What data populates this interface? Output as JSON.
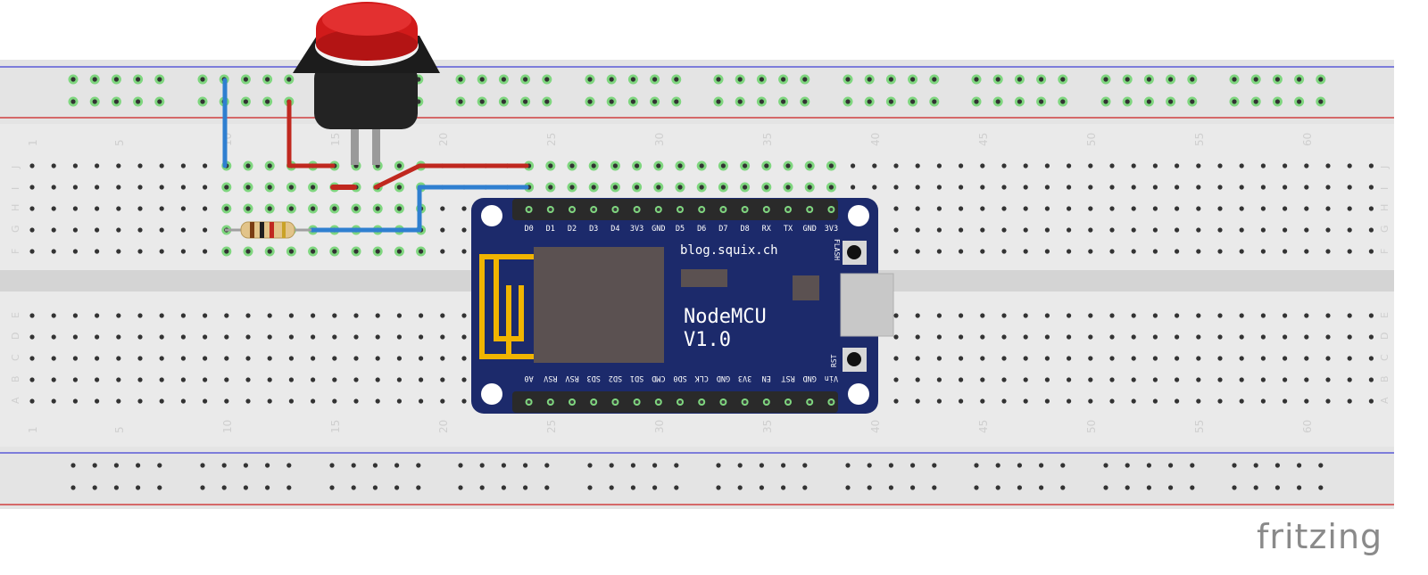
{
  "breadboard": {
    "column_numbers": [
      "1",
      "5",
      "10",
      "15",
      "20",
      "25",
      "30",
      "35",
      "40",
      "45",
      "50",
      "55",
      "60"
    ],
    "top_row_letters": [
      "J",
      "I",
      "H",
      "G",
      "F"
    ],
    "bottom_row_letters": [
      "E",
      "D",
      "C",
      "B",
      "A"
    ]
  },
  "nodemcu": {
    "website": "blog.squix.ch",
    "name": "NodeMCU",
    "version": "V1.0",
    "top_pins": [
      "D0",
      "D1",
      "D2",
      "D3",
      "D4",
      "3V3",
      "GND",
      "D5",
      "D6",
      "D7",
      "D8",
      "RX",
      "TX",
      "GND",
      "3V3"
    ],
    "bottom_pins": [
      "A0",
      "RSV",
      "RSV",
      "SD3",
      "SD2",
      "SD1",
      "CMD",
      "SD0",
      "CLK",
      "GND",
      "3V3",
      "EN",
      "RST",
      "GND",
      "Vin"
    ],
    "flash_label": "FLASH",
    "rst_label": "RST"
  },
  "colors": {
    "wire_red": "#c0281f",
    "wire_blue": "#2f7fd0",
    "board_blue": "#1c2a6b",
    "button_red": "#d11a1a"
  },
  "logo": {
    "text": "fritzing"
  }
}
